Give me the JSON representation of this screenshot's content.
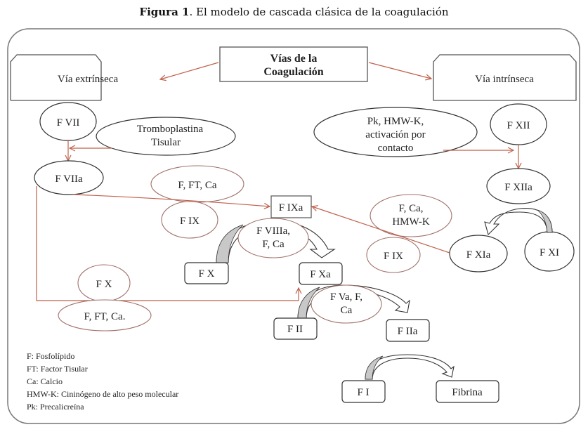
{
  "figure": {
    "label": "Figura 1",
    "caption": ". El modelo de cascada clásica de la coagulación"
  },
  "header": {
    "center": [
      "Vías de la",
      "Coagulación"
    ],
    "left": "Vía extrínseca",
    "right": "Vía intrínseca"
  },
  "extrinsic": {
    "fvii": "F VII",
    "tromboplastina": [
      "Tromboplastina",
      "Tisular"
    ],
    "fviia": "F VIIa",
    "cofactor_fftca": "F, FT, Ca",
    "fix": "F IX",
    "fx": "F X",
    "cofactor_fftca_dot": "F, FT, Ca."
  },
  "intrinsic": {
    "contact": [
      "Pk, HMW-K,",
      "activación por",
      "contacto"
    ],
    "fxii": "F XII",
    "fxiia": "F XIIa",
    "cofactor_fcahmwk": [
      "F, Ca,",
      "HMW-K"
    ],
    "fix": "F IX",
    "fxia": "F XIa",
    "fxi": "F XI"
  },
  "common": {
    "fixa": "F IXa",
    "cofactor_fviiia": [
      "F VIIIa,",
      "F, Ca"
    ],
    "fx": "F X",
    "fxa": "F Xa",
    "cofactor_fva": [
      "F Va, F,",
      "Ca"
    ],
    "fii": "F II",
    "fiia": "F IIa",
    "fi": "F I",
    "fibrina": "Fibrina"
  },
  "legend": [
    "F: Fosfolípido",
    "FT: Factor Tisular",
    "Ca: Calcio",
    "HMW-K: Cininógeno de alto peso molecular",
    "Pk: Precalicreína"
  ],
  "colors": {
    "arrow": "#c0604a",
    "cofactor_outline": "#a0706a",
    "outline": "#333333",
    "curve_fill": "#c8c8c8"
  }
}
